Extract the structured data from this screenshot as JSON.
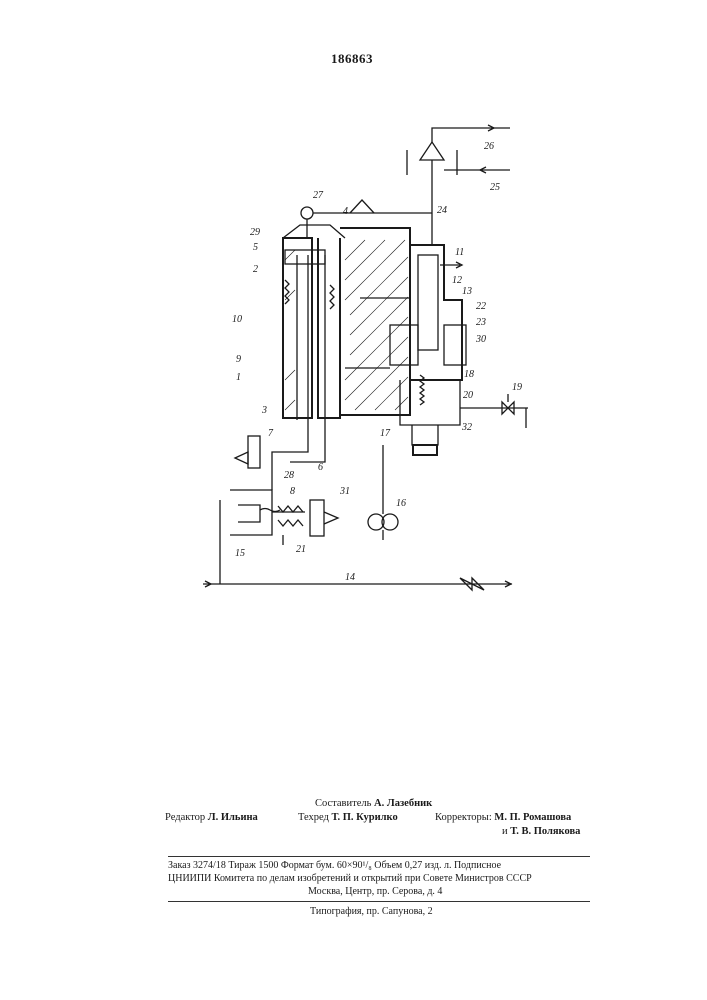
{
  "patent_number": "186863",
  "figure_labels": {
    "l1": "1",
    "l2": "2",
    "l3": "3",
    "l4": "4",
    "l5": "5",
    "l6": "6",
    "l7": "7",
    "l8": "8",
    "l9": "9",
    "l10": "10",
    "l11": "11",
    "l12": "12",
    "l13": "13",
    "l14": "14",
    "l15": "15",
    "l16": "16",
    "l17": "17",
    "l18": "18",
    "l19": "19",
    "l20": "20",
    "l21": "21",
    "l22": "22",
    "l23": "23",
    "l24": "24",
    "l25": "25",
    "l26": "26",
    "l27": "27",
    "l28": "28",
    "l29": "29",
    "l30": "30",
    "l31": "31",
    "l32": "32"
  },
  "credits": {
    "compiler_label": "Составитель",
    "compiler_name": "А. Лазебник",
    "editor_label": "Редактор",
    "editor_name": "Л. Ильина",
    "techred_label": "Техред",
    "techred_name": "Т. П. Курилко",
    "correctors_label": "Корректоры:",
    "corrector_1": "М. П. Ромашова",
    "corrector_2_prefix": "и",
    "corrector_2": "Т. В. Полякова"
  },
  "imprint": {
    "line1": "Заказ 3274/18   Тираж 1500   Формат бум. 60×90¹/₈     Объем 0,27 изд. л.   Подписное",
    "line2": "ЦНИИПИ Комитета по делам изобретений и открытий при Совете Министров СССР",
    "line3": "Москва, Центр, пр. Серова, д. 4",
    "line4": "Типография, пр. Сапунова, 2"
  }
}
